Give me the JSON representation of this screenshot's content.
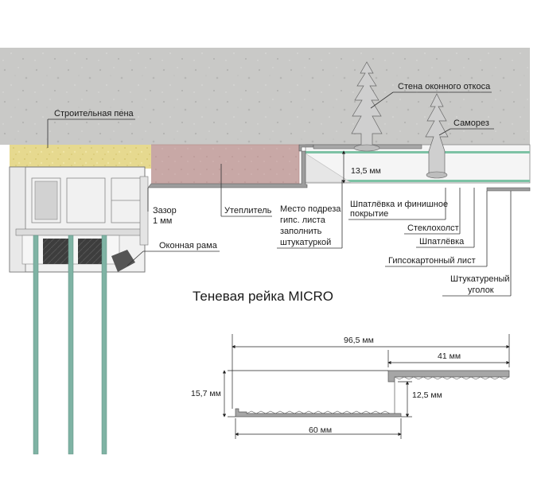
{
  "labels": {
    "foam": "Строительная пена",
    "wall_slope": "Стена оконного откоса",
    "screw": "Саморез",
    "thickness": "13,5 мм",
    "gap_line1": "Зазор",
    "gap_line2": "1 мм",
    "insulation": "Утеплитель",
    "trim_line1": "Место подреза",
    "trim_line2": "гипс. листа",
    "trim_line3": "заполнить",
    "trim_line4": "штукатуркой",
    "putty_finish_line1": "Шпатлёвка и финишное",
    "putty_finish_line2": "покрытие",
    "fiberglass": "Стеклохолст",
    "putty": "Шпатлёвка",
    "drywall": "Гипсокартонный лист",
    "corner_line1": "Штукатуреный",
    "corner_line2": "уголок",
    "frame": "Оконная рама"
  },
  "profile": {
    "title": "Теневая рейка MICRO",
    "width_total": "96,5 мм",
    "width_top": "41 мм",
    "height_total": "15,7 мм",
    "height_step": "12,5 мм",
    "width_bottom": "60 мм"
  },
  "colors": {
    "concrete": "#c9c9c7",
    "foam": "#e6d98f",
    "insulation": "#c8a8a6",
    "frame": "#f1f1f1",
    "glass": "#7fb3a4",
    "drywall_face": "#7dc2a5",
    "drywall": "#f4f4f4",
    "profile": "#9d9d9d"
  }
}
